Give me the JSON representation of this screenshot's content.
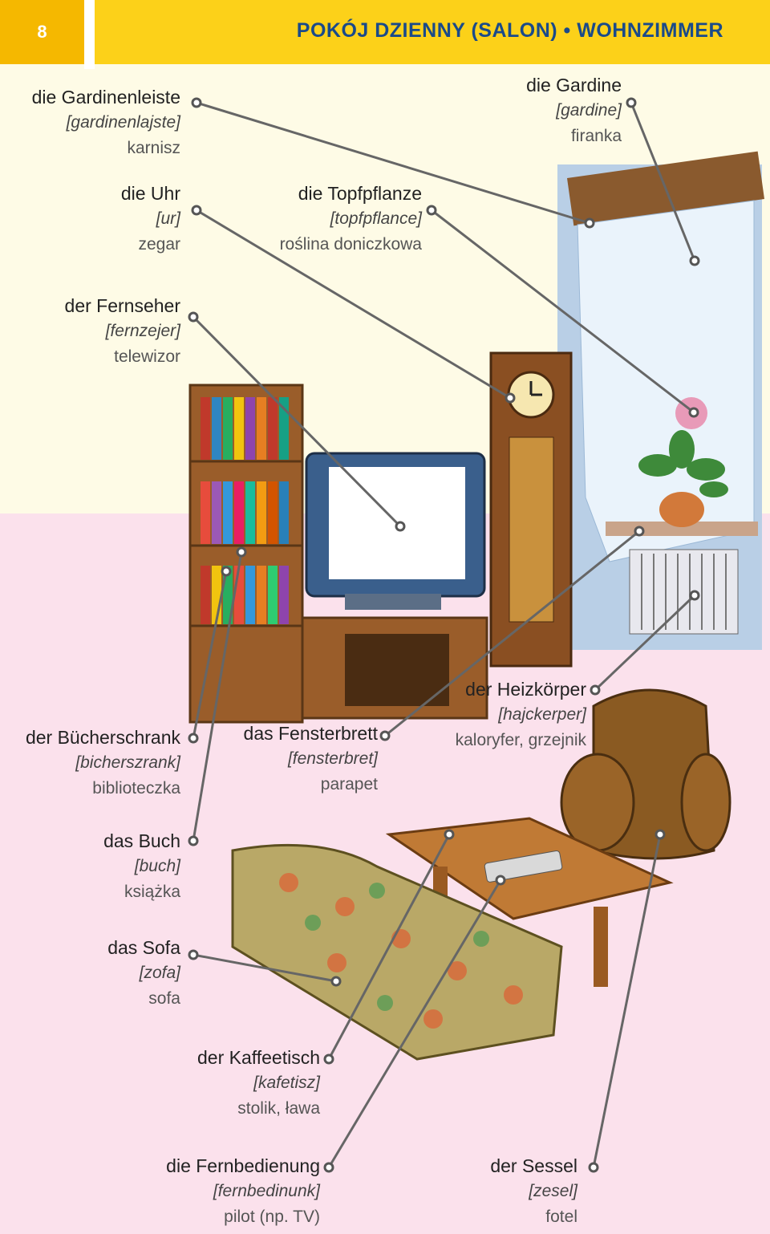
{
  "header": {
    "page_number": "8",
    "title": "POKÓJ DZIENNY (SALON) • WOHNZIMMER"
  },
  "labels": [
    {
      "id": "gardinenleiste",
      "de": "die Gardinenleiste",
      "phon": "[gardinenlajste]",
      "pl": "karnisz"
    },
    {
      "id": "uhr",
      "de": "die Uhr",
      "phon": "[ur]",
      "pl": "zegar"
    },
    {
      "id": "topfpflanze",
      "de": "die Topfpflanze",
      "phon": "[topfpflance]",
      "pl": "roślina doniczkowa"
    },
    {
      "id": "gardine",
      "de": "die Gardine",
      "phon": "[gardine]",
      "pl": "firanka"
    },
    {
      "id": "fernseher",
      "de": "der Fernseher",
      "phon": "[fernzejer]",
      "pl": "telewizor"
    },
    {
      "id": "buecherschrank",
      "de": "der Bücherschrank",
      "phon": "[bicherszrank]",
      "pl": "biblioteczka"
    },
    {
      "id": "fensterbrett",
      "de": "das Fensterbrett",
      "phon": "[fensterbret]",
      "pl": "parapet"
    },
    {
      "id": "heizkoerper",
      "de": "der Heizkörper",
      "phon": "[hajckerper]",
      "pl": "kaloryfer, grzejnik"
    },
    {
      "id": "buch",
      "de": "das Buch",
      "phon": "[buch]",
      "pl": "książka"
    },
    {
      "id": "sofa",
      "de": "das Sofa",
      "phon": "[zofa]",
      "pl": "sofa"
    },
    {
      "id": "kaffeetisch",
      "de": "der Kaffeetisch",
      "phon": "[kafetisz]",
      "pl": "stolik, ława"
    },
    {
      "id": "fernbedienung",
      "de": "die Fernbedienung",
      "phon": "[fernbedinunk]",
      "pl": "pilot (np. TV)"
    },
    {
      "id": "sessel",
      "de": "der Sessel",
      "phon": "[zesel]",
      "pl": "fotel"
    }
  ],
  "colors": {
    "header_yellow": "#fcd119",
    "page_tab": "#f5b800",
    "title_blue": "#1a4a8a",
    "floor_pink": "#fbe1ec",
    "paper": "#fefbe6"
  }
}
